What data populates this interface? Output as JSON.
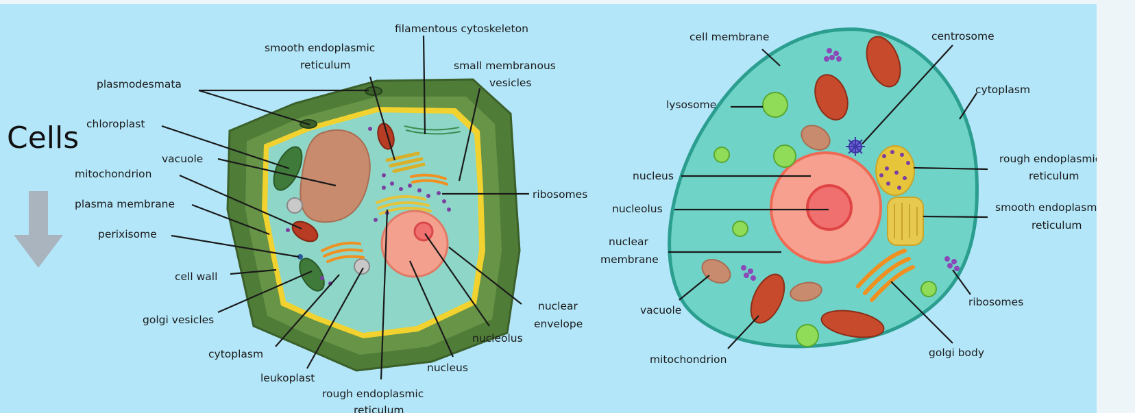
{
  "title": "Cells",
  "plant_labels": {
    "filamentous_cytoskeleton": "filamentous cytoskeleton",
    "smooth_er_1": "smooth endoplasmic",
    "smooth_er_2": "reticulum",
    "small_vesicles_1": "small membranous",
    "small_vesicles_2": "vesicles",
    "plasmodesmata": "plasmodesmata",
    "chloroplast": "chloroplast",
    "vacuole": "vacuole",
    "mitochondrion": "mitochondrion",
    "plasma_membrane": "plasma membrane",
    "perixisome": "perixisome",
    "cell_wall": "cell wall",
    "golgi_vesicles": "golgi vesicles",
    "cytoplasm": "cytoplasm",
    "leukoplast": "leukoplast",
    "rough_er_1": "rough endoplasmic",
    "rough_er_2": "reticulum",
    "nucleus": "nucleus",
    "nucleolus": "nucleolus",
    "nuclear_envelope_1": "nuclear",
    "nuclear_envelope_2": "envelope",
    "ribosomes": "ribosomes"
  },
  "animal_labels": {
    "cell_membrane": "cell membrane",
    "centrosome": "centrosome",
    "cytoplasm": "cytoplasm",
    "lysosome": "lysosome",
    "rough_er_1": "rough endoplasmic",
    "rough_er_2": "reticulum",
    "nucleus": "nucleus",
    "smooth_er_1": "smooth endoplasmic",
    "smooth_er_2": "reticulum",
    "nucleolus": "nucleolus",
    "nuclear_membrane_1": "nuclear",
    "nuclear_membrane_2": "membrane",
    "ribosomes": "ribosomes",
    "vacuole": "vacuole",
    "mitochondrion": "mitochondrion",
    "golgi_body": "golgi body"
  },
  "icons": [
    "down-arrow-icon"
  ]
}
